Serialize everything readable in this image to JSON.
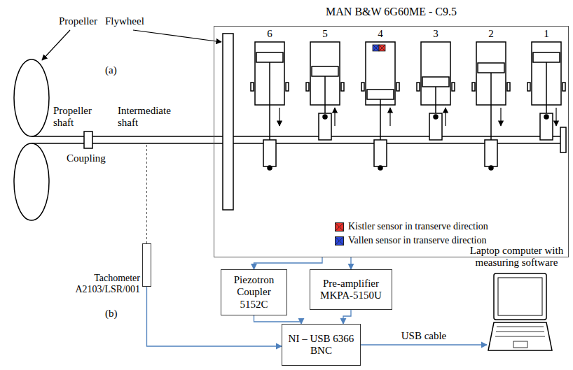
{
  "diagram": {
    "nodes": [
      {
        "text": [
          "MAN B&W 6G60ME - C9.5"
        ]
      },
      {
        "text": [
          "Tachometer A2103/LSR/001"
        ]
      },
      {
        "text": [
          "Piezotron Coupler 5152C"
        ]
      },
      {
        "text": [
          "Pre-amplifier MKPA-5150U"
        ]
      },
      {
        "text": [
          "NI – USB 6366 BNC"
        ]
      },
      {
        "text": [
          "Laptop computer with measuring software"
        ]
      }
    ],
    "edges": [
      {
        "from": 0,
        "to": 2,
        "arrow": "to"
      },
      {
        "from": 0,
        "to": 3,
        "arrow": "to"
      },
      {
        "from": 2,
        "to": 4,
        "arrow": "to"
      },
      {
        "from": 3,
        "to": 4,
        "arrow": "to"
      },
      {
        "from": 1,
        "to": 4,
        "arrow": "to"
      },
      {
        "from": 4,
        "to": 5,
        "label": "USB cable",
        "arrow": "to"
      }
    ],
    "labels": [
      "Propeller",
      "Flywheel",
      "Propeller shaft",
      "Coupling",
      "Intermediate shaft",
      "(a)",
      "(b)",
      "6",
      "5",
      "4",
      "3",
      "2",
      "1"
    ],
    "legend": [
      {
        "text": "Kistler sensor in transerve direction",
        "color": "#e8302a"
      },
      {
        "text": "Vallen sensor in transerve direction",
        "color": "#2a45d8"
      }
    ]
  }
}
